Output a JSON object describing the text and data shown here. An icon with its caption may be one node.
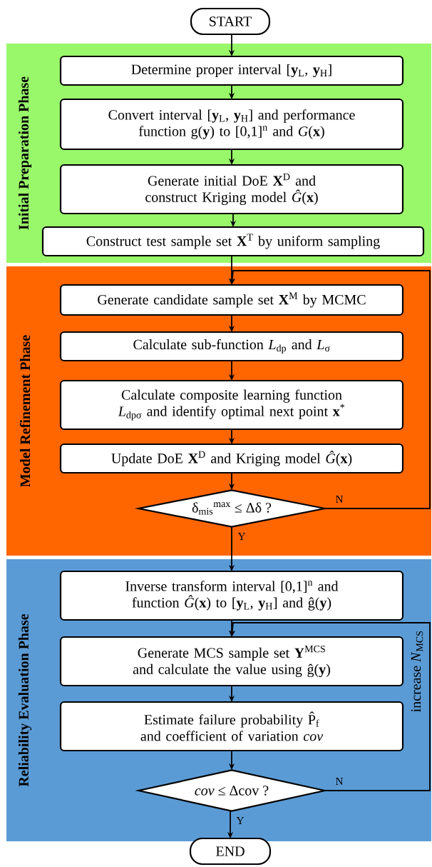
{
  "diagram": {
    "nodes": [
      {
        "text": [
          "START"
        ]
      },
      {
        "text": [
          "Initial Preparation Phase"
        ]
      },
      {
        "text": [
          "Determine proper interval [**y**$_{L}$, **y**$_{H}$]"
        ],
        "in": 1
      },
      {
        "text": [
          "Convert interval [**y**$_{L}$, **y**$_{H}$] and performance function g(**y**) to [0,1]$^{n}$ and *G*(**x**)"
        ],
        "in": 1
      },
      {
        "text": [
          "Generate initial DoE **X**$^{D}$ and construct Kriging model *Ĝ*(**x**)"
        ],
        "in": 1
      },
      {
        "text": [
          "Construct test sample set **X**$^{T}$ by uniform sampling"
        ],
        "in": 1
      },
      {
        "text": [
          "Model Refinement Phase"
        ]
      },
      {
        "text": [
          "Generate candidate sample set **X**$^{M}$ by MCMC"
        ],
        "in": 6
      },
      {
        "text": [
          "Calculate sub-function *L*$_{dp}$ and *L*$_{σ}$"
        ],
        "in": 6
      },
      {
        "text": [
          "Calculate composite learning function *L*$_{dpσ}$ and identify optimal next point **x**$^{*}$"
        ],
        "in": 6
      },
      {
        "text": [
          "Update DoE **X**$^{D}$ and Kriging model *Ĝ*(**x**)"
        ],
        "in": 6
      },
      {
        "text": [
          "δ$_{mis}$$^{max}$ ≤ Δδ ?"
        ],
        "in": 6
      },
      {
        "text": [
          "Reliability Evaluation Phase"
        ]
      },
      {
        "text": [
          "Inverse transform interval [0,1]$^{n}$ and function *Ĝ*(**x**) to [**y**$_{L}$, **y**$_{H}$] and ĝ(**y**)"
        ],
        "in": 12
      },
      {
        "text": [
          "Generate MCS sample set **Y**$^{MCS}$ and calculate the value using ĝ(**y**)"
        ],
        "in": 12
      },
      {
        "text": [
          "Estimate failure probability P̂$_{f}$ and coefficient of variation *cov*"
        ],
        "in": 12
      },
      {
        "text": [
          "*cov* ≤ Δcov ?"
        ],
        "in": 12
      },
      {
        "text": [
          "END"
        ]
      }
    ],
    "edges": [
      {
        "from": 0,
        "to": 2,
        "arrow": "to"
      },
      {
        "from": 2,
        "to": 3,
        "arrow": "to"
      },
      {
        "from": 3,
        "to": 4,
        "arrow": "to"
      },
      {
        "from": 4,
        "to": 5,
        "arrow": "to"
      },
      {
        "from": 5,
        "to": 7,
        "arrow": "to"
      },
      {
        "from": 7,
        "to": 8,
        "arrow": "to"
      },
      {
        "from": 8,
        "to": 9,
        "arrow": "to"
      },
      {
        "from": 9,
        "to": 10,
        "arrow": "to"
      },
      {
        "from": 10,
        "to": 11,
        "arrow": "to"
      },
      {
        "from": 11,
        "to": 7,
        "arrow": "to",
        "label": "N"
      },
      {
        "from": 11,
        "to": 13,
        "arrow": "to",
        "label": "Y"
      },
      {
        "from": 13,
        "to": 14,
        "arrow": "to"
      },
      {
        "from": 14,
        "to": 15,
        "arrow": "to"
      },
      {
        "from": 15,
        "to": 16,
        "arrow": "to"
      },
      {
        "from": 16,
        "to": 14,
        "arrow": "to",
        "label": "N"
      },
      {
        "from": 16,
        "to": 17,
        "arrow": "to",
        "label": "Y"
      }
    ],
    "labels": [
      "increase *N*$_{MCS}$"
    ]
  }
}
